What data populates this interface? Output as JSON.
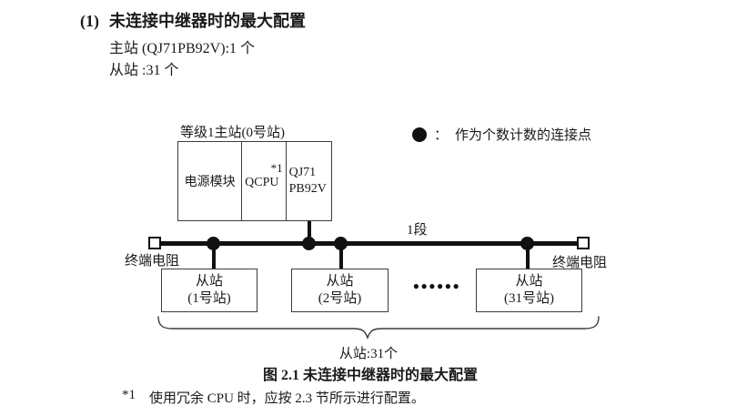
{
  "page": {
    "heading": {
      "number": "(1)",
      "title": "未连接中继器时的最大配置"
    },
    "spec_lines": [
      "主站 (QJ71PB92V):1 个",
      "从站 :31 个"
    ],
    "caption": "图 2.1 未连接中继器时的最大配置",
    "footnote": {
      "marker": "*1",
      "text": "使用冗余 CPU 时，应按 2.3 节所示进行配置。"
    }
  },
  "diagram": {
    "master": {
      "label": "等级1主站(0号站)",
      "modules": [
        {
          "label": "电源模块",
          "note": ""
        },
        {
          "label": "QCPU",
          "note": "*1"
        },
        {
          "label": "QJ71\nPB92V",
          "note": ""
        }
      ]
    },
    "legend": {
      "separator": "：",
      "text": "作为个数计数的连接点"
    },
    "bus": {
      "segment_label": "1段",
      "terminator_left_label": "终端电阻",
      "terminator_right_label": "终端电阻"
    },
    "slaves": [
      {
        "label": "从站\n(1号站)"
      },
      {
        "label": "从站\n(2号站)"
      },
      {
        "label": "从站\n(31号站)"
      }
    ],
    "ellipsis": "●●●●●●",
    "slave_count_label": "从站:31个"
  },
  "colors": {
    "line": "#111111",
    "box_border": "#3c3c3c",
    "text": "#1a1a1a"
  }
}
